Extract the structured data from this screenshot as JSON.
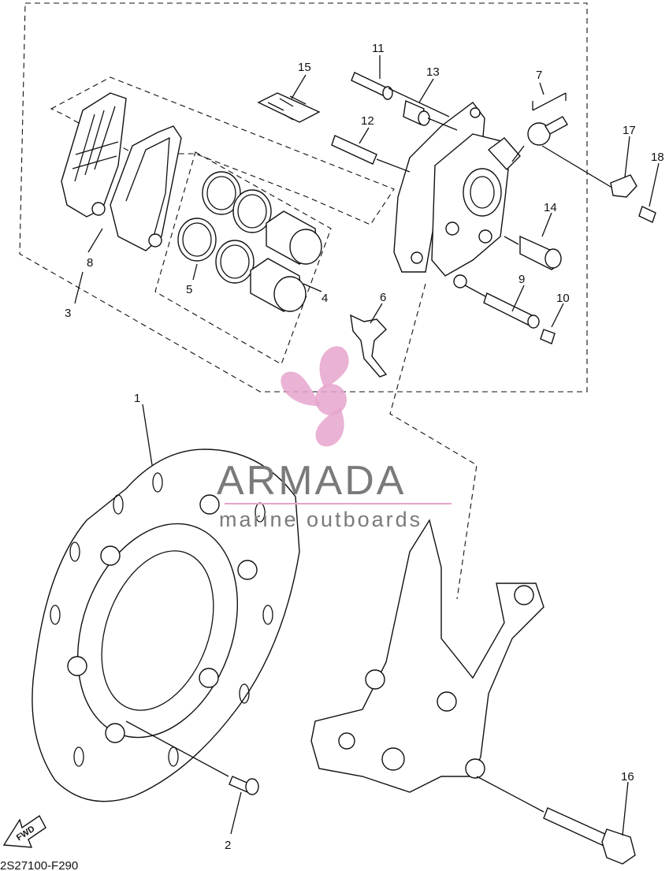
{
  "callouts": [
    "1",
    "2",
    "3",
    "4",
    "5",
    "6",
    "7",
    "8",
    "9",
    "10",
    "11",
    "12",
    "13",
    "14",
    "15",
    "16",
    "17",
    "18"
  ],
  "watermark": {
    "brand": "ARMADA",
    "tagline": "marine outboards",
    "color": "#e6a4cc"
  },
  "drawing_code": "2S27100-F290",
  "fwd_label": "FWD"
}
